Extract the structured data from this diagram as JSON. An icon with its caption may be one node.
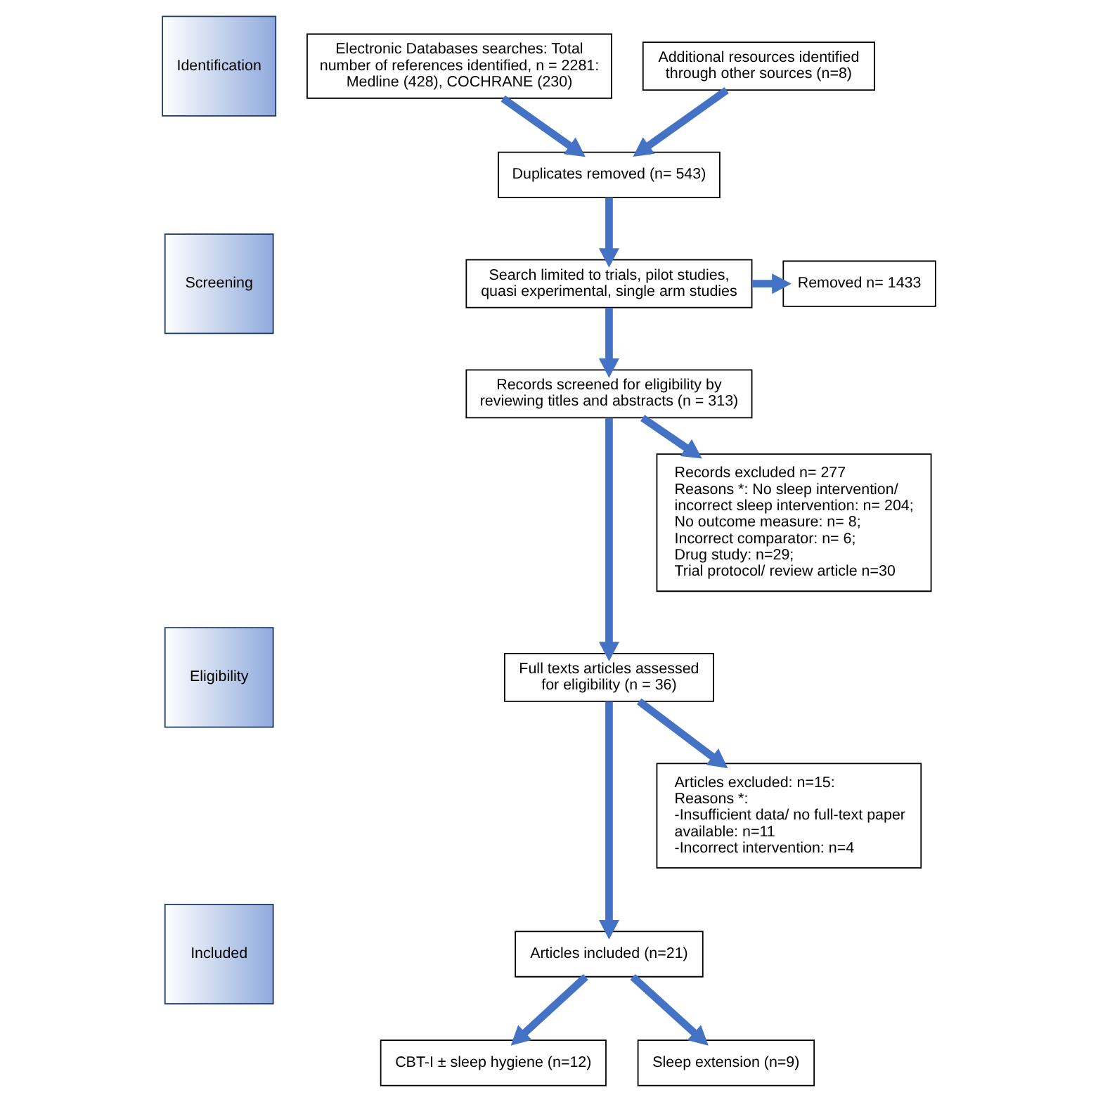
{
  "diagram": {
    "nodes": [
      {
        "text": [
          "Identification"
        ]
      },
      {
        "text": [
          "Electronic Databases searches: Total number of references identified, n = 2281: Medline (428), COCHRANE (230)"
        ]
      },
      {
        "text": [
          "Additional resources identified through other sources (n=8)"
        ]
      },
      {
        "text": [
          "Duplicates removed (n= 543)"
        ]
      },
      {
        "text": [
          "Screening"
        ]
      },
      {
        "text": [
          "Search limited to trials, pilot studies, quasi experimental, single arm studies"
        ]
      },
      {
        "text": [
          "Removed n= 1433"
        ]
      },
      {
        "text": [
          "Records screened for eligibility by reviewing titles and abstracts (n = 313)"
        ]
      },
      {
        "text": [
          "Records excluded n= 277",
          "Reasons *: No sleep intervention/ incorrect sleep intervention: n= 204;",
          "No outcome measure: n= 8;",
          "Incorrect comparator: n= 6;",
          "Drug study: n=29;",
          "Trial protocol/ review article n=30"
        ]
      },
      {
        "text": [
          "Eligibility"
        ]
      },
      {
        "text": [
          "Full texts articles assessed for eligibility (n = 36)"
        ]
      },
      {
        "text": [
          "Articles excluded: n=15:",
          "Reasons *:",
          "-Insufficient data/ no full-text paper available: n=11",
          "-Incorrect intervention: n=4"
        ]
      },
      {
        "text": [
          "Included"
        ]
      },
      {
        "text": [
          "Articles included (n=21)"
        ]
      },
      {
        "text": [
          "CBT-I ± sleep hygiene (n=12)"
        ]
      },
      {
        "text": [
          "Sleep extension (n=9)"
        ]
      }
    ],
    "edges": [
      {
        "from": 1,
        "to": 3,
        "arrow": "to"
      },
      {
        "from": 2,
        "to": 3,
        "arrow": "to"
      },
      {
        "from": 3,
        "to": 5,
        "arrow": "to"
      },
      {
        "from": 5,
        "to": 6,
        "arrow": "to"
      },
      {
        "from": 5,
        "to": 7,
        "arrow": "to"
      },
      {
        "from": 7,
        "to": 10,
        "arrow": "to"
      },
      {
        "from": 7,
        "to": 8,
        "arrow": "to"
      },
      {
        "from": 10,
        "to": 13,
        "arrow": "to"
      },
      {
        "from": 10,
        "to": 11,
        "arrow": "to"
      },
      {
        "from": 13,
        "to": 14,
        "arrow": "to"
      },
      {
        "from": 13,
        "to": 15,
        "arrow": "to"
      }
    ]
  }
}
